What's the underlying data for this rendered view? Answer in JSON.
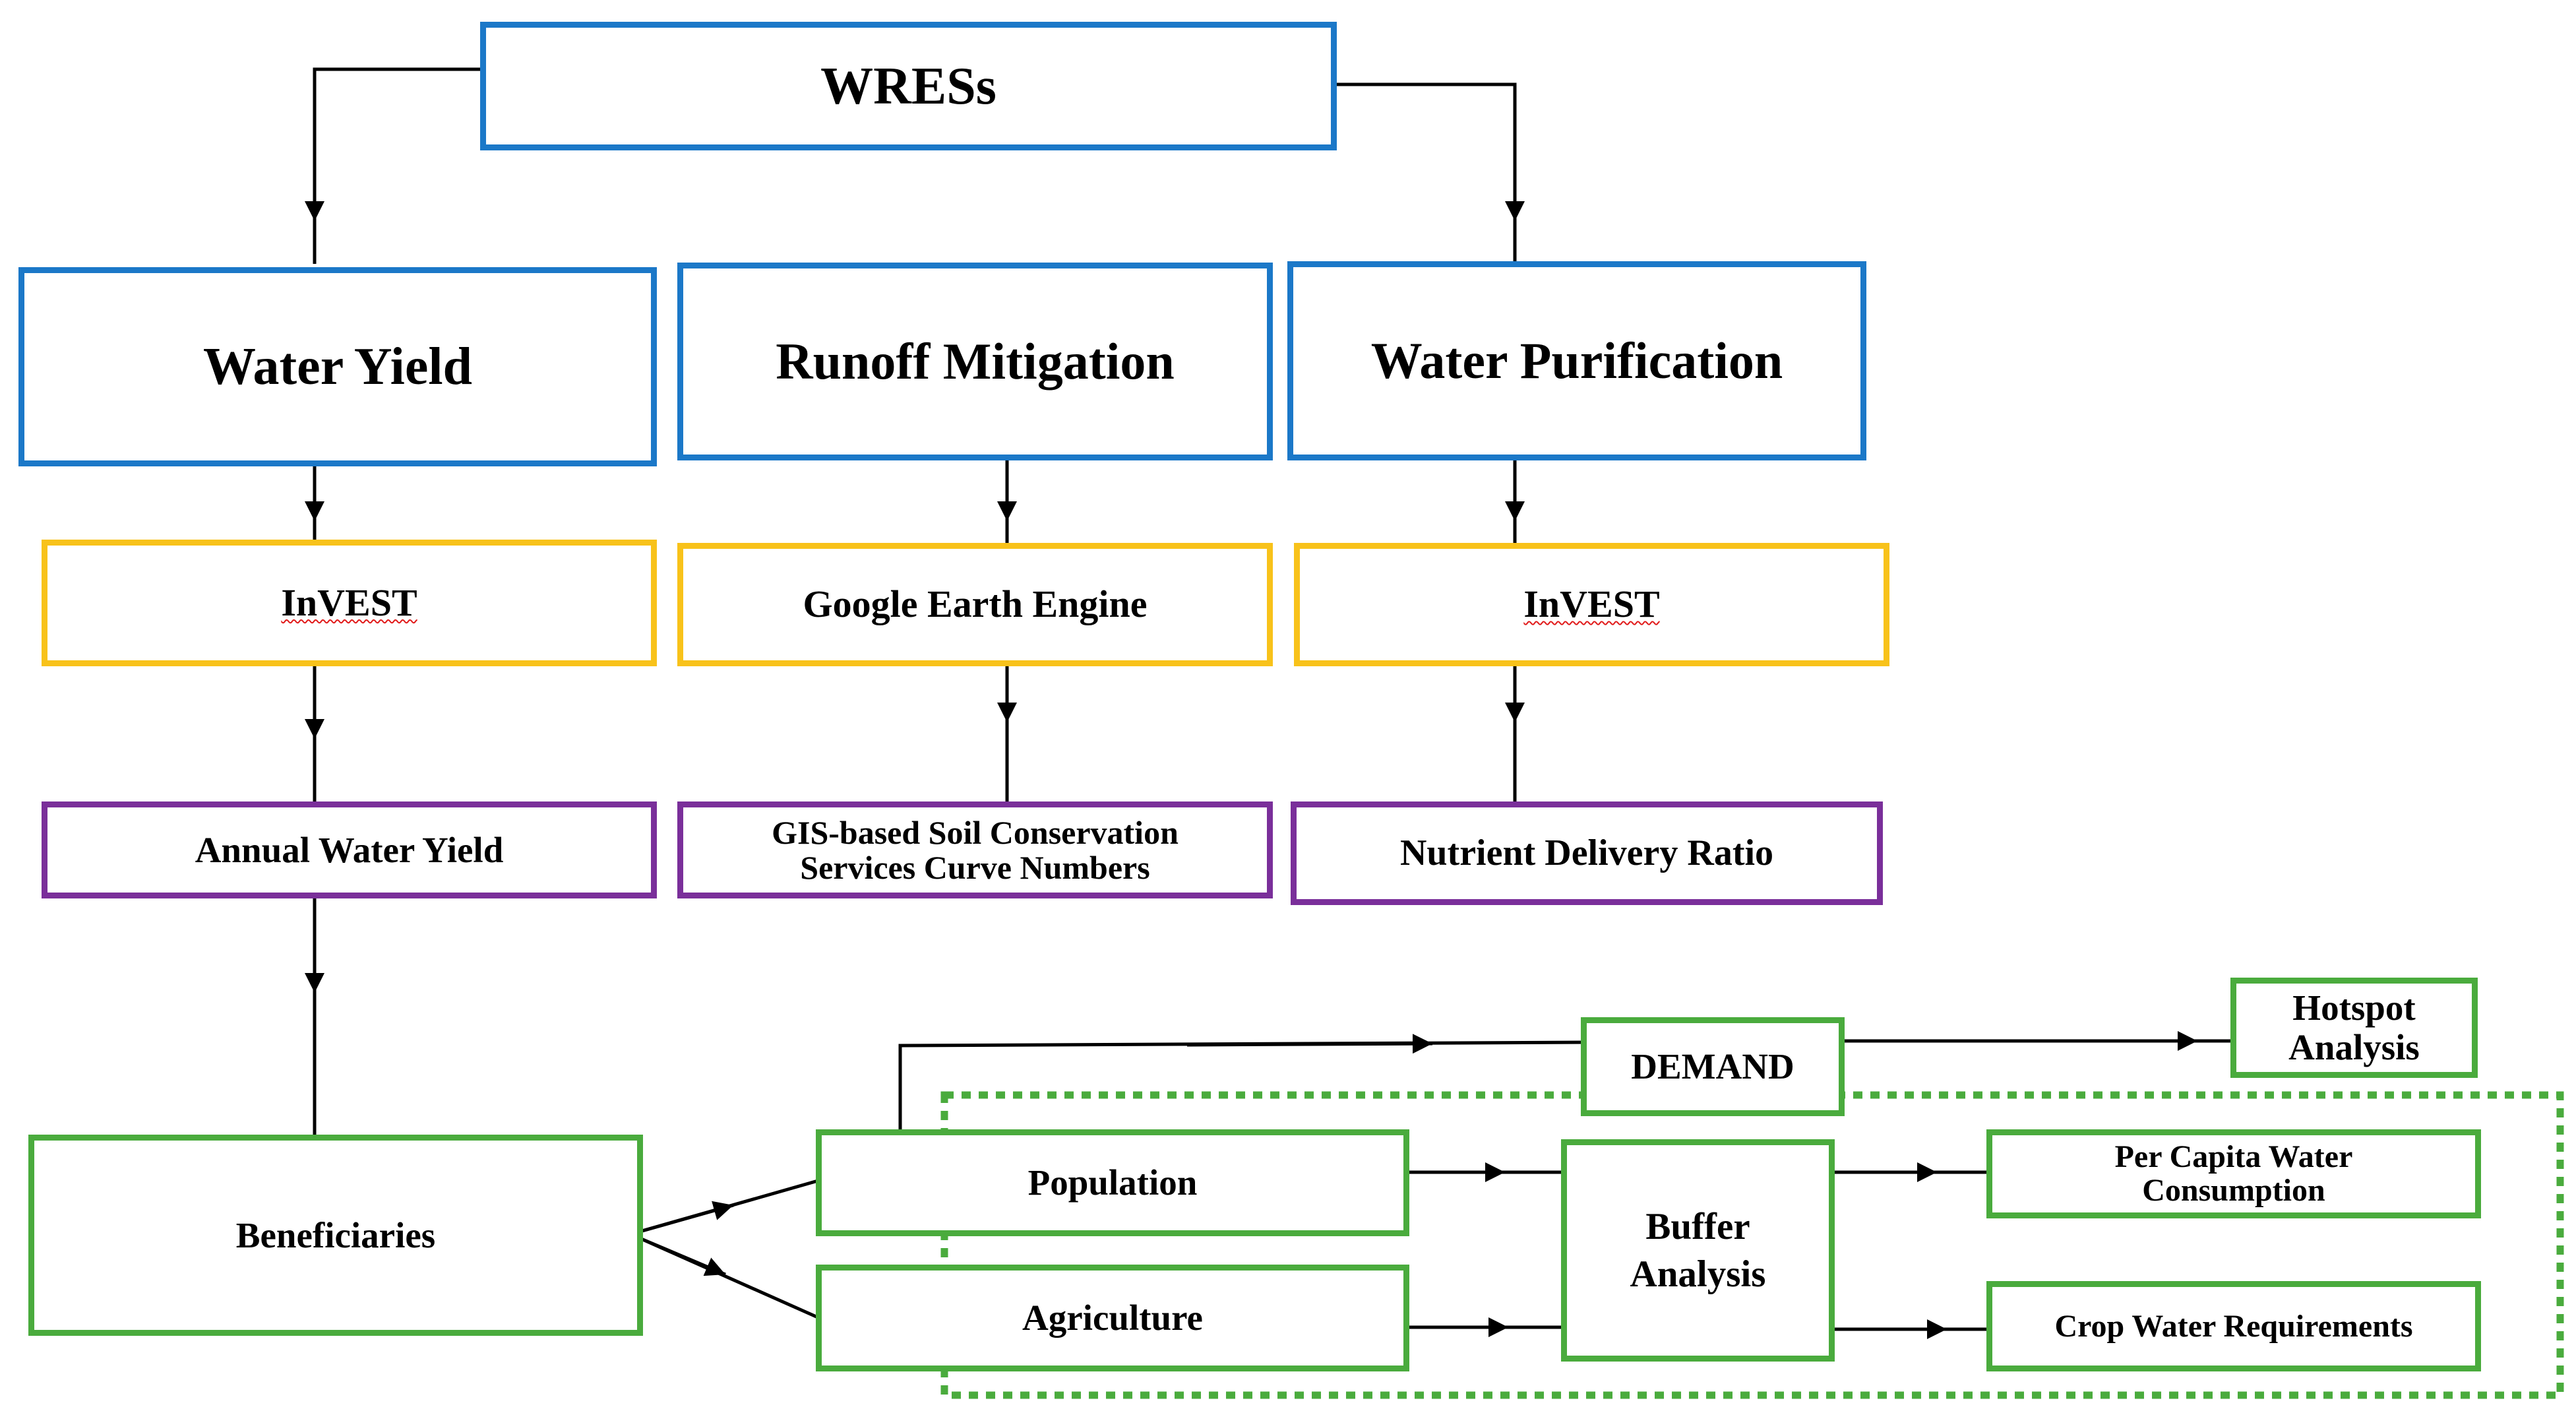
{
  "diagram": {
    "colors": {
      "blue": "#1b78c8",
      "yellow": "#f8c21a",
      "purple": "#7a2f9a",
      "green": "#4aab3d",
      "line": "#000000",
      "spellcheck": "#e11b1b"
    },
    "root": {
      "label": "WRESs"
    },
    "services": {
      "water_yield": "Water Yield",
      "runoff_mitigation": "Runoff Mitigation",
      "water_purification": "Water Purification"
    },
    "tools": {
      "invest_left": "InVEST",
      "gee": "Google Earth Engine",
      "invest_right": "InVEST"
    },
    "models": {
      "annual_water_yield": "Annual Water Yield",
      "scs_curve_numbers": "GIS-based Soil Conservation\nServices Curve Numbers",
      "nutrient_delivery_ratio": "Nutrient Delivery Ratio"
    },
    "beneficiaries": {
      "label": "Beneficiaries",
      "population": "Population",
      "agriculture": "Agriculture"
    },
    "demand": {
      "label": "DEMAND",
      "hotspot": "Hotspot\nAnalysis",
      "buffer": "Buffer\nAnalysis",
      "per_capita": "Per Capita Water\nConsumption",
      "crop_water": "Crop Water Requirements"
    }
  }
}
